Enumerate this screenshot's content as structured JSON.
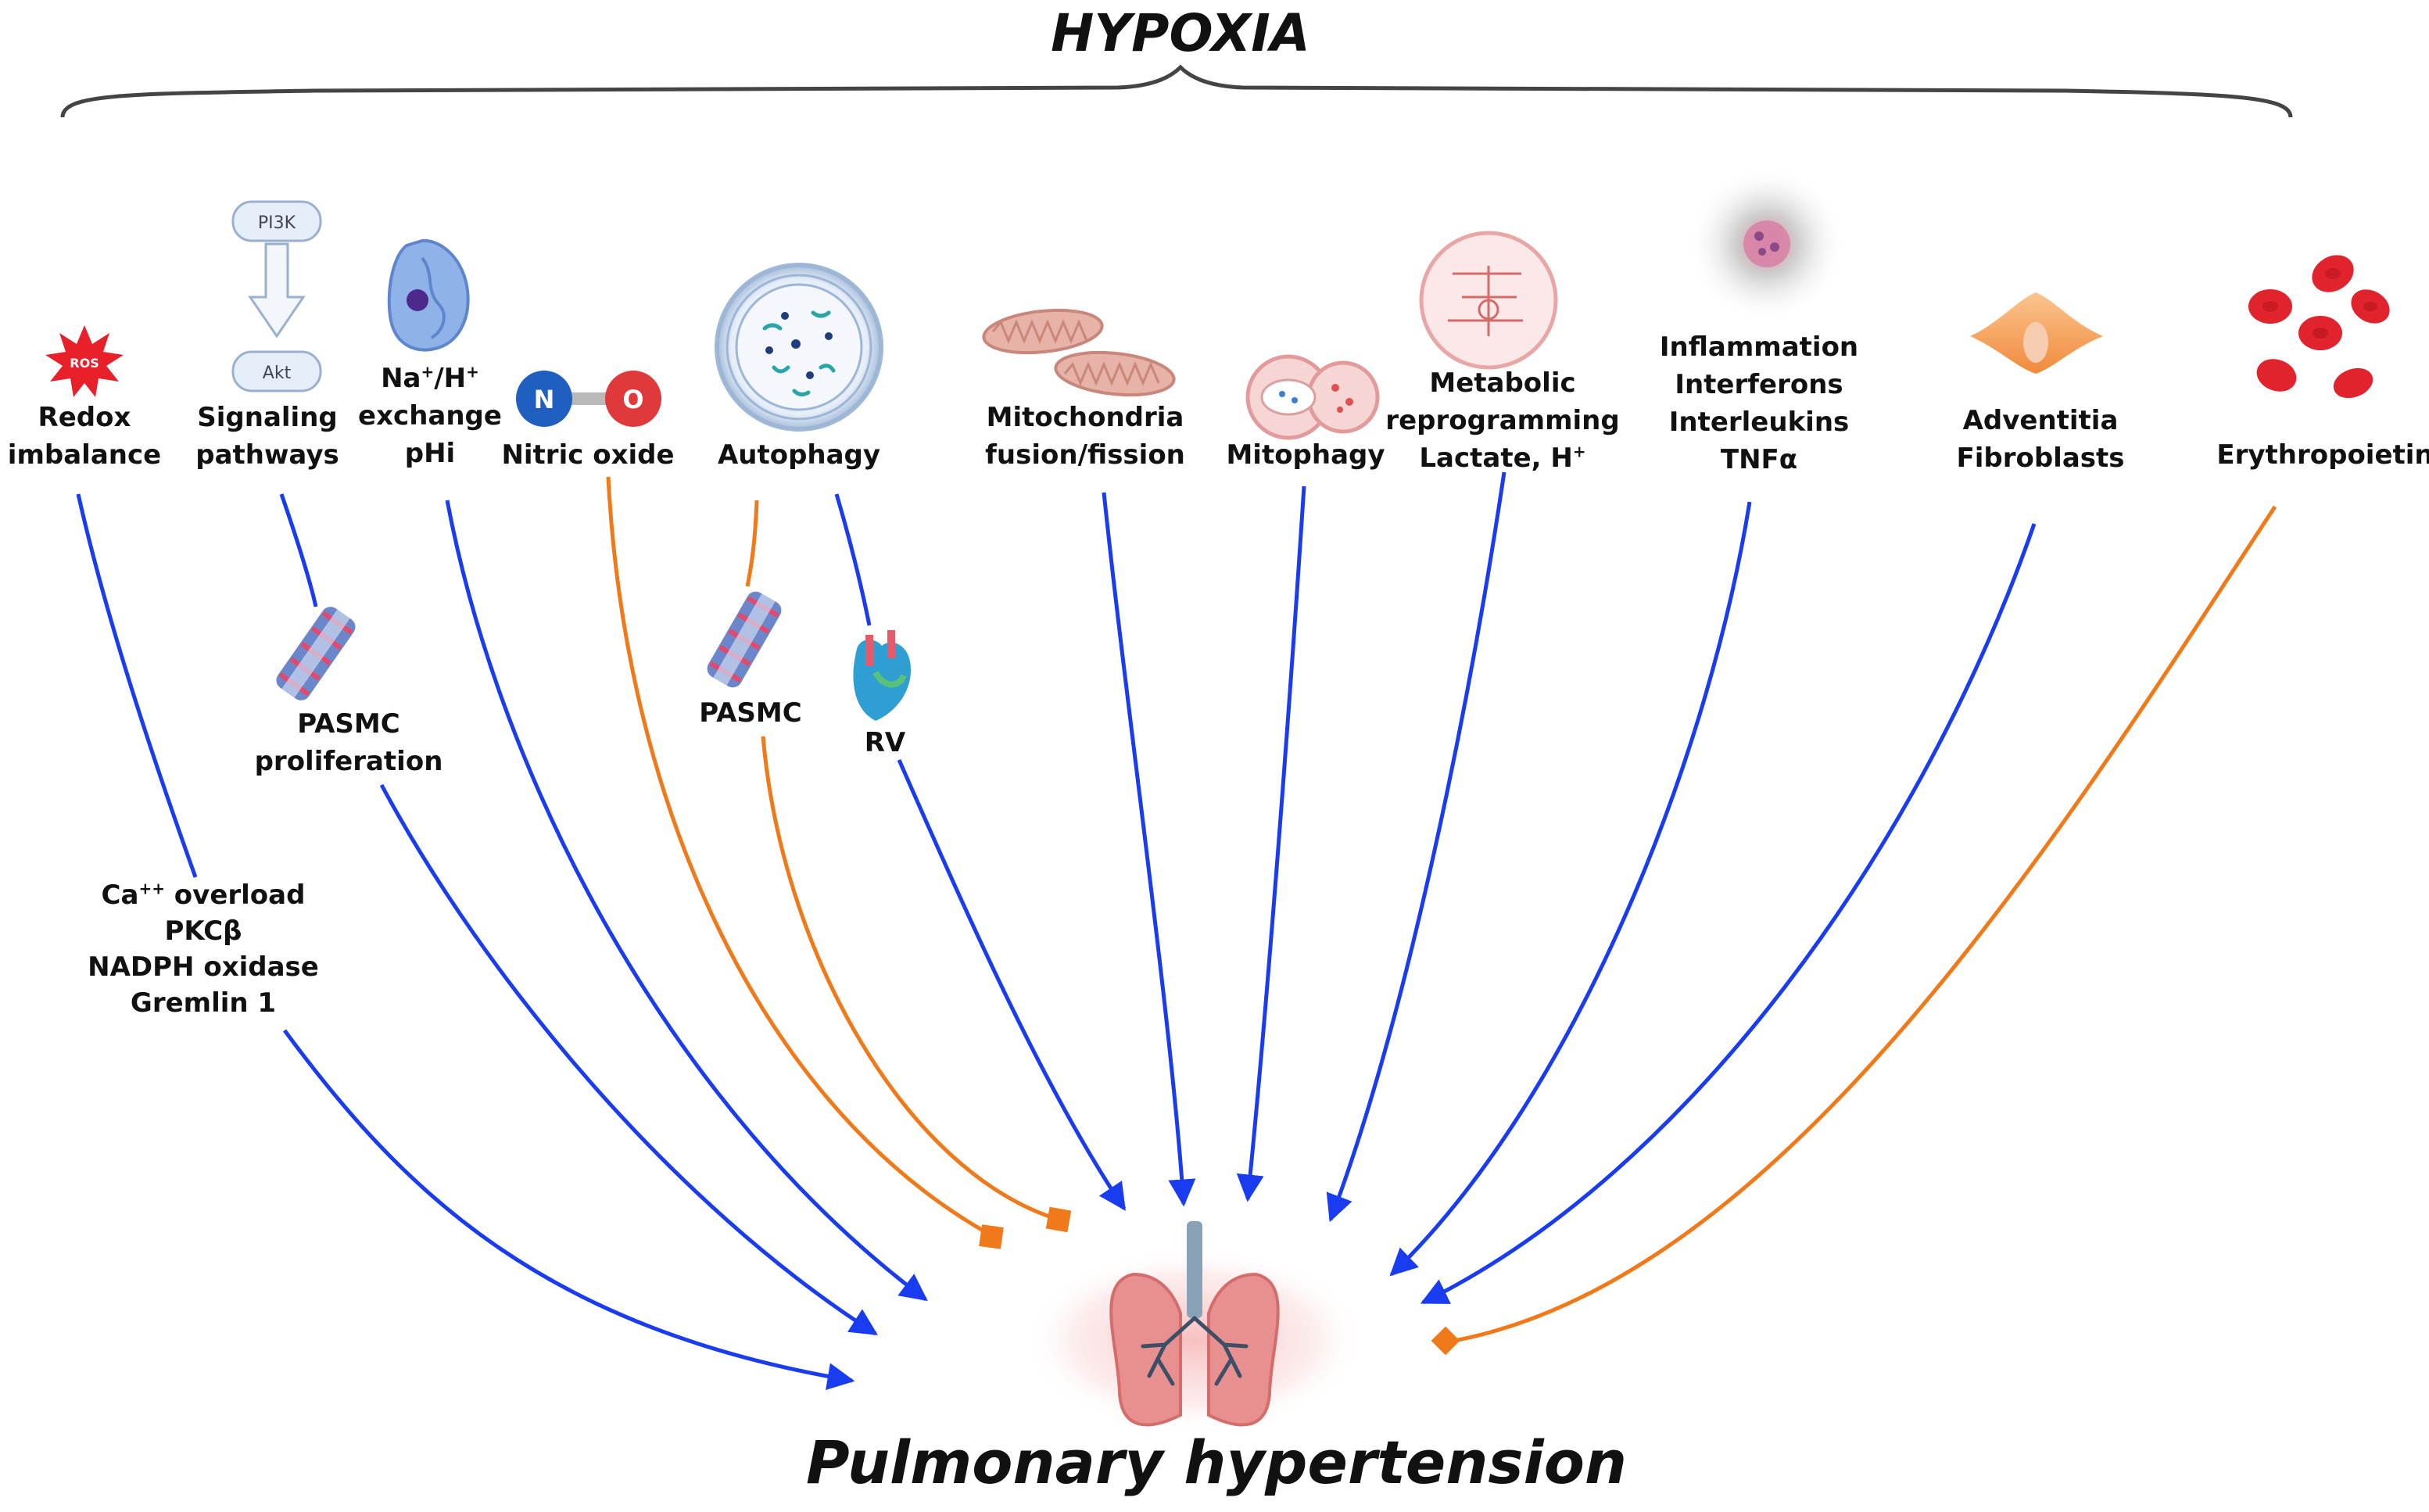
{
  "title_top": "HYPOXIA",
  "title_bottom": "Pulmonary hypertension",
  "pathways": [
    {
      "id": "redox",
      "lines": [
        "Redox",
        "imbalance"
      ],
      "effect": "stimulates"
    },
    {
      "id": "signaling",
      "lines": [
        "Signaling",
        "pathways"
      ],
      "effect": "stimulates"
    },
    {
      "id": "nah",
      "lines": [
        "Na+/H+",
        "exchange",
        "pHi"
      ],
      "effect": "stimulates"
    },
    {
      "id": "no",
      "lines": [
        "Nitric oxide"
      ],
      "effect": "inhibits"
    },
    {
      "id": "autophagy",
      "lines": [
        "Autophagy"
      ],
      "effect": "mixed"
    },
    {
      "id": "mito",
      "lines": [
        "Mitochondria",
        "fusion/fission"
      ],
      "effect": "stimulates"
    },
    {
      "id": "mitophagy",
      "lines": [
        "Mitophagy"
      ],
      "effect": "stimulates"
    },
    {
      "id": "metabolic",
      "lines": [
        "Metabolic",
        "reprogramming",
        "Lactate, H+"
      ],
      "effect": "stimulates"
    },
    {
      "id": "inflam",
      "lines": [
        "Inflammation",
        "Interferons",
        "Interleukins",
        "TNFα"
      ],
      "effect": "stimulates"
    },
    {
      "id": "adventitia",
      "lines": [
        "Adventitia",
        "Fibroblasts"
      ],
      "effect": "stimulates"
    },
    {
      "id": "epo",
      "lines": [
        "Erythropoietin"
      ],
      "effect": "inhibits"
    }
  ],
  "intermediates": {
    "pasmc_prolif": [
      "PASMC",
      "proliferation"
    ],
    "pasmc": "PASMC",
    "rv": "RV",
    "redox_mediators": [
      "Ca++ overload",
      "PKCβ",
      "NADPH oxidase",
      "Gremlin 1"
    ]
  },
  "icon_labels": {
    "ros": "ROS",
    "pi3k": "PI3K",
    "akt": "Akt",
    "no_n": "N",
    "no_o": "O"
  },
  "colors": {
    "stimulate": "#1a3cf0",
    "inhibit": "#f07a1a",
    "text": "#111111",
    "brace": "#444444"
  }
}
